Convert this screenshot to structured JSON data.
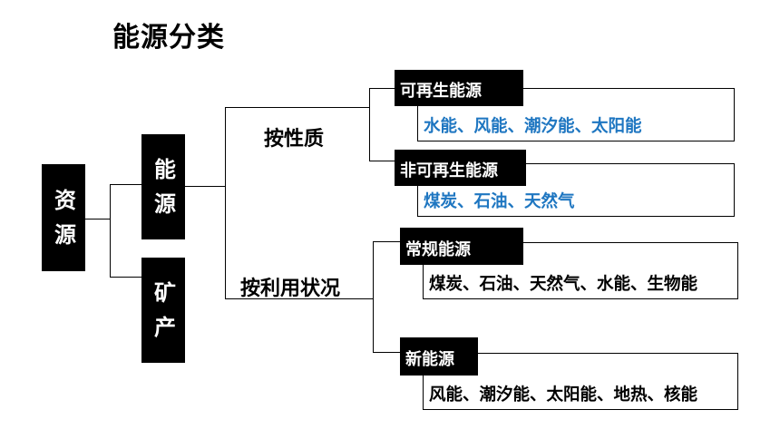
{
  "title": "能源分类",
  "root": "资源",
  "level1": {
    "energy": "能源",
    "mineral": "矿产"
  },
  "criteria": {
    "by_nature": "按性质",
    "by_usage": "按利用状况"
  },
  "categories": [
    {
      "name": "可再生能源",
      "items": "水能、风能、潮汐能、太阳能",
      "color": "#1e76c1"
    },
    {
      "name": "非可再生能源",
      "items": "煤炭、石油、天然气",
      "color": "#1e76c1"
    },
    {
      "name": "常规能源",
      "items": "煤炭、石油、天然气、水能、生物能",
      "color": "#000000"
    },
    {
      "name": "新能源",
      "items": "风能、潮汐能、太阳能、地热、核能",
      "color": "#000000"
    }
  ]
}
